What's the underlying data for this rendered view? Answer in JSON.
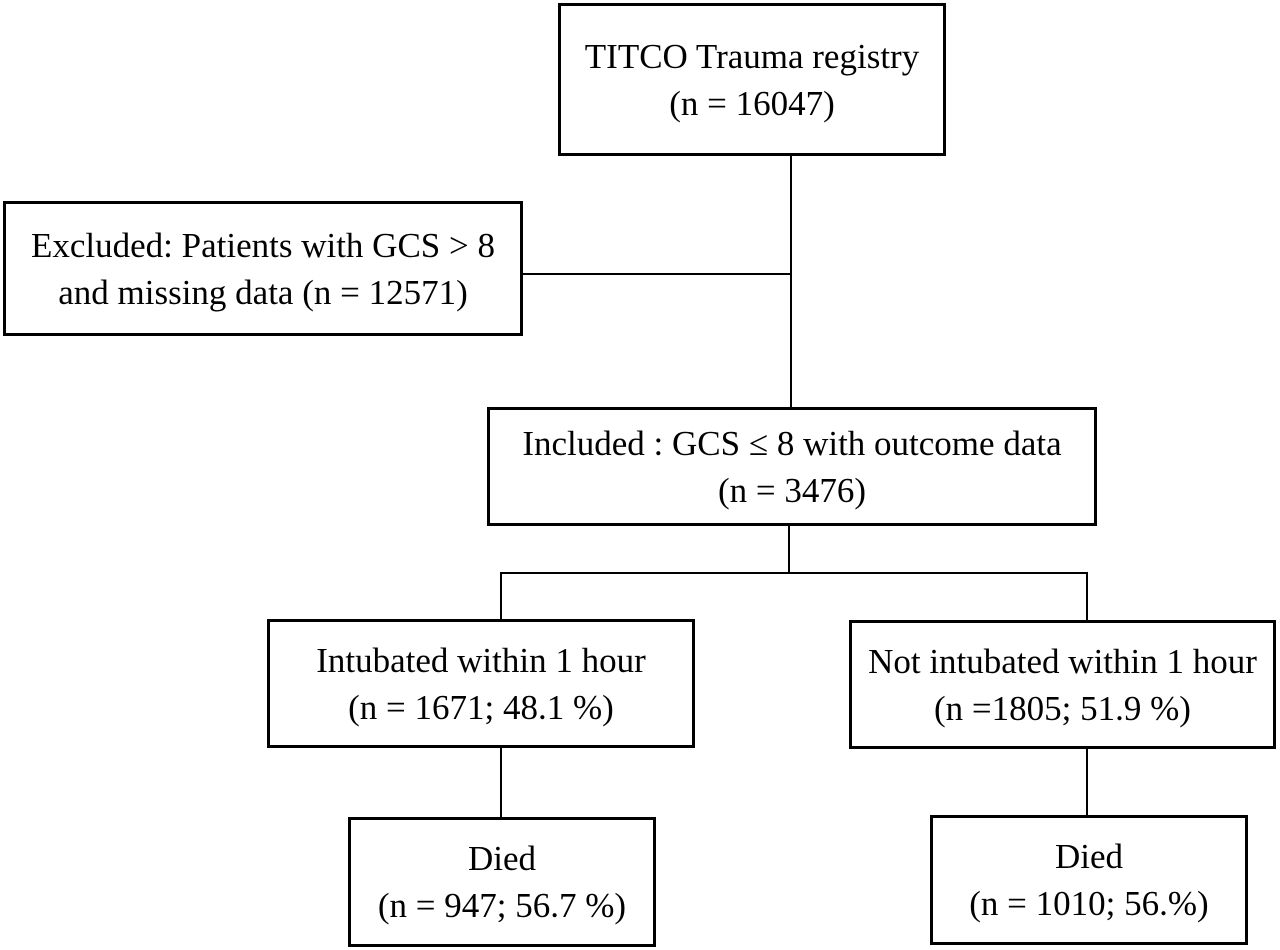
{
  "flowchart": {
    "registry": {
      "title": "TITCO Trauma registry",
      "count": "(n = 16047)"
    },
    "excluded": {
      "line1": "Excluded: Patients with GCS > 8",
      "line2": "and missing data (n = 12571)"
    },
    "included": {
      "line1": "Included : GCS ≤ 8 with outcome data",
      "line2": "(n = 3476)"
    },
    "intubated": {
      "line1": "Intubated within 1 hour",
      "line2": "(n = 1671; 48.1 %)"
    },
    "not_intubated": {
      "line1": "Not intubated within 1 hour",
      "line2": "(n =1805; 51.9 %)"
    },
    "died_intubated": {
      "line1": "Died",
      "line2": "(n = 947; 56.7 %)"
    },
    "died_not_intubated": {
      "line1": "Died",
      "line2": "(n = 1010; 56.%)"
    }
  }
}
